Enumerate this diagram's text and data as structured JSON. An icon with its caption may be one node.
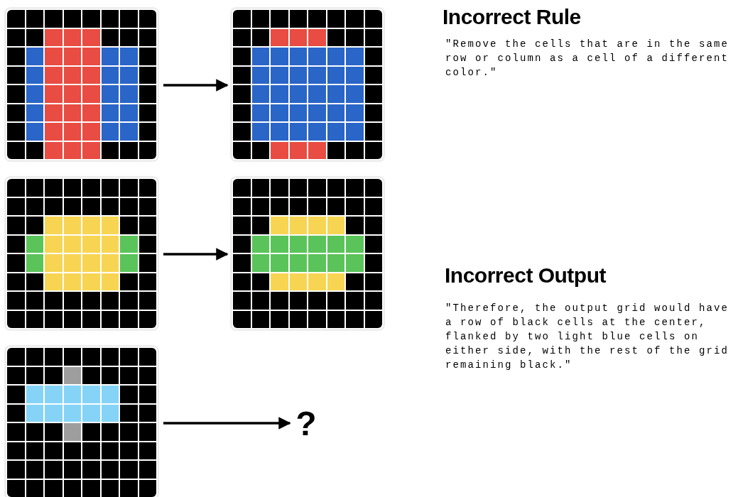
{
  "diagram": {
    "nodes": [
      {
        "text": [],
        "shape": "grid"
      },
      {
        "text": [],
        "shape": "grid"
      },
      {
        "text": [],
        "shape": "grid"
      },
      {
        "text": [],
        "shape": "grid"
      },
      {
        "text": [],
        "shape": "grid"
      },
      {
        "text": [
          "?"
        ]
      }
    ],
    "edges": [
      {
        "from": 0,
        "to": 1,
        "arrow": "to"
      },
      {
        "from": 2,
        "to": 3,
        "arrow": "to"
      },
      {
        "from": 4,
        "to": 5,
        "arrow": "to"
      }
    ],
    "labels": [
      "Incorrect Rule",
      "\"Remove the cells that are in the same row or column as a cell of a different color.\"",
      "Incorrect Output",
      "\"Therefore, the output grid would have a row of black cells at the center, flanked by two light blue cells on either side, with the rest of the grid remaining black.\""
    ]
  }
}
